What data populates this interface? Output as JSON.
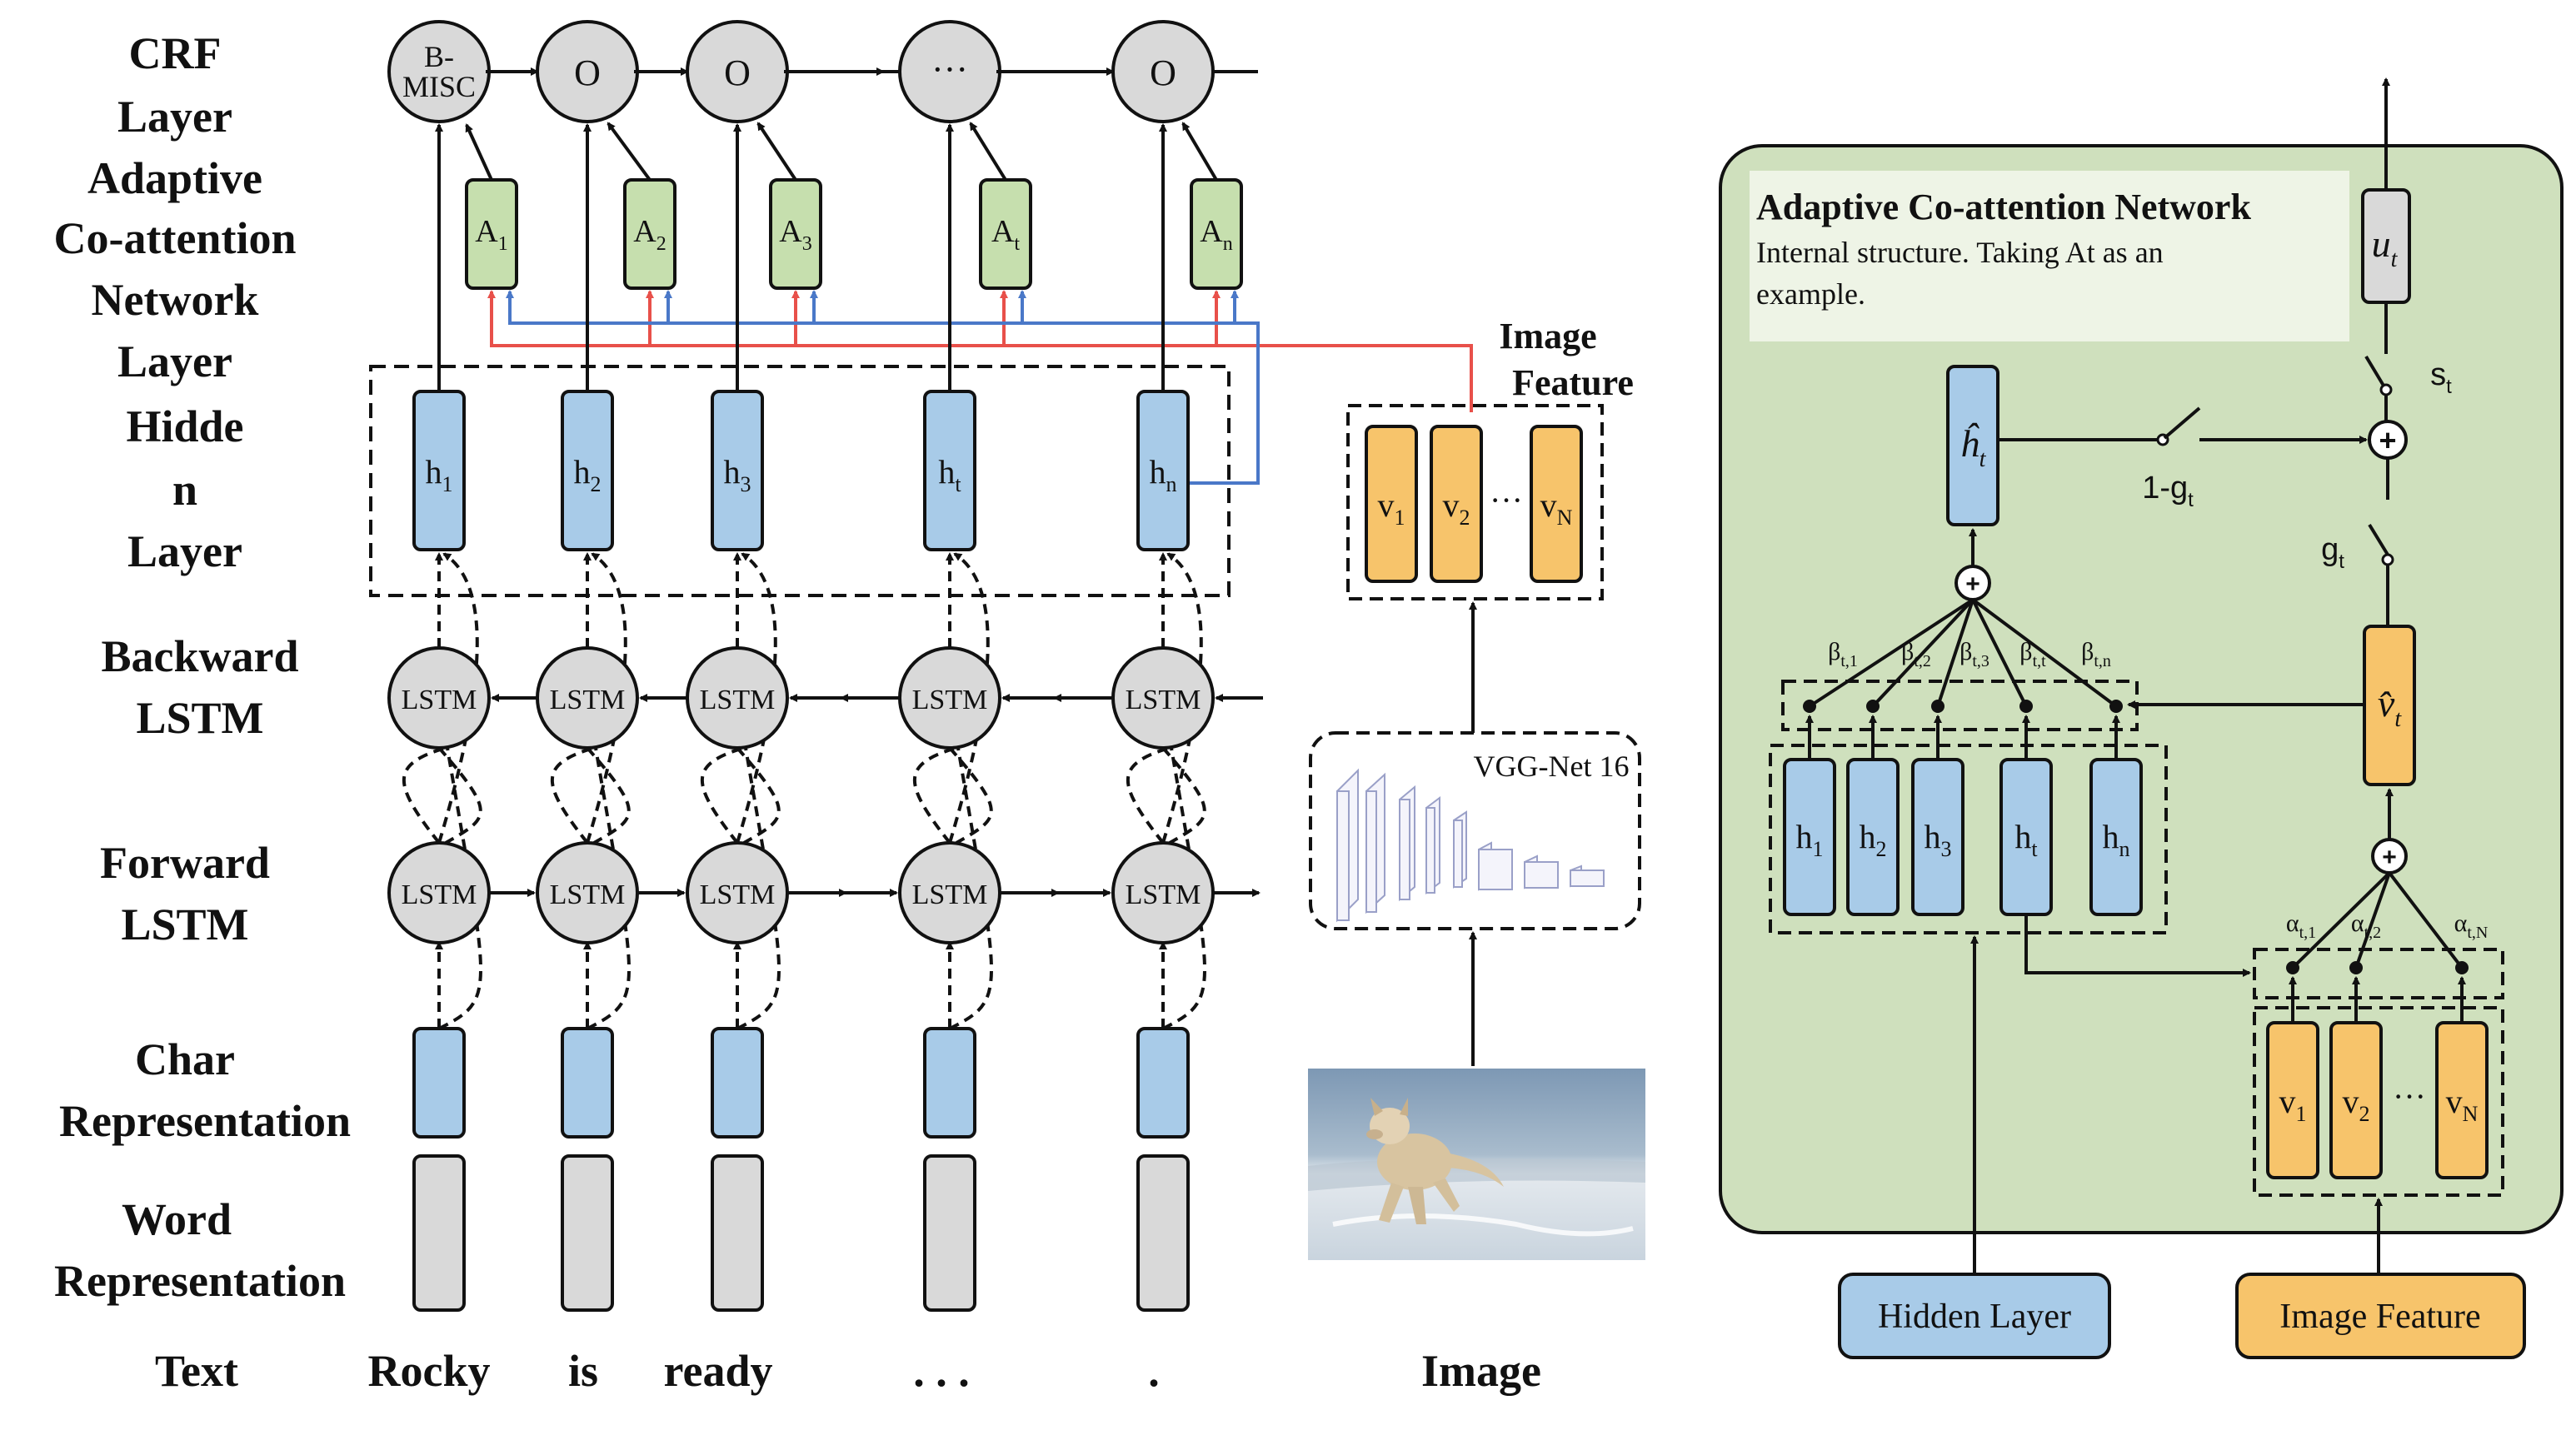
{
  "left": {
    "row_labels": {
      "crf": [
        "CRF",
        "Layer"
      ],
      "acn": [
        "Adaptive",
        "Co-attention",
        "Network",
        "Layer"
      ],
      "hidden": [
        "Hidde",
        "n",
        "Layer"
      ],
      "backward": [
        "Backward",
        "LSTM"
      ],
      "forward": [
        "Forward",
        "LSTM"
      ],
      "char": [
        "Char",
        "Representation"
      ],
      "word": [
        "Word",
        "Representation"
      ],
      "text": "Text"
    },
    "crf_nodes": [
      "B-",
      "MISC",
      "O",
      "O",
      "···",
      "O"
    ],
    "attention_nodes": [
      {
        "base": "A",
        "sub": "1"
      },
      {
        "base": "A",
        "sub": "2"
      },
      {
        "base": "A",
        "sub": "3"
      },
      {
        "base": "A",
        "sub": "t"
      },
      {
        "base": "A",
        "sub": "n"
      }
    ],
    "hidden_nodes": [
      {
        "base": "h",
        "sub": "1"
      },
      {
        "base": "h",
        "sub": "2"
      },
      {
        "base": "h",
        "sub": "3"
      },
      {
        "base": "h",
        "sub": "t"
      },
      {
        "base": "h",
        "sub": "n"
      }
    ],
    "lstm_label": "LSTM",
    "words": [
      "Rocky",
      "is",
      "ready",
      ". . .",
      "."
    ],
    "image_feature_label": [
      "Image",
      "Feature"
    ],
    "visual_nodes": [
      {
        "base": "v",
        "sub": "1"
      },
      {
        "base": "v",
        "sub": "2"
      },
      {
        "base": "",
        "sub": "···"
      },
      {
        "base": "v",
        "sub": "N"
      }
    ],
    "vgg_label": "VGG-Net 16",
    "image_label": "Image"
  },
  "right": {
    "title": "Adaptive Co-attention Network",
    "subtitle_lines": [
      "Internal structure. Taking At as an",
      "example."
    ],
    "output": {
      "base": "u",
      "sub": "t"
    },
    "h_hat": {
      "base": "ĥ",
      "sub": "t"
    },
    "v_hat": {
      "base": "v̂",
      "sub": "t"
    },
    "gate_labels": {
      "s": {
        "base": "s",
        "sub": "t"
      },
      "one_minus_g": {
        "base": "1-g",
        "sub": "t"
      },
      "g": {
        "base": "g",
        "sub": "t"
      }
    },
    "beta_labels": [
      {
        "base": "β",
        "sub": "t,1"
      },
      {
        "base": "β",
        "sub": "t,2"
      },
      {
        "base": "β",
        "sub": "t,3"
      },
      {
        "base": "β",
        "sub": "t,t"
      },
      {
        "base": "β",
        "sub": "t,n"
      }
    ],
    "alpha_labels": [
      {
        "base": "α",
        "sub": "t,1"
      },
      {
        "base": "α",
        "sub": "t,2"
      },
      {
        "base": "α",
        "sub": "t,N"
      }
    ],
    "hidden_nodes": [
      {
        "base": "h",
        "sub": "1"
      },
      {
        "base": "h",
        "sub": "2"
      },
      {
        "base": "h",
        "sub": "3"
      },
      {
        "base": "h",
        "sub": "t"
      },
      {
        "base": "h",
        "sub": "n"
      }
    ],
    "visual_nodes": [
      {
        "base": "v",
        "sub": "1"
      },
      {
        "base": "v",
        "sub": "2"
      },
      {
        "base": "",
        "sub": "···"
      },
      {
        "base": "v",
        "sub": "N"
      }
    ],
    "hidden_layer_button": "Hidden Layer",
    "image_feature_button": "Image Feature"
  },
  "colors": {
    "blue_node": "#a8cbe8",
    "orange_node": "#f7c46b",
    "green_node": "#c6dfae",
    "grey_node": "#d9d9d9",
    "green_panel": "#cfe0bd",
    "red_line": "#e8504a",
    "blue_line": "#4a78c8"
  }
}
